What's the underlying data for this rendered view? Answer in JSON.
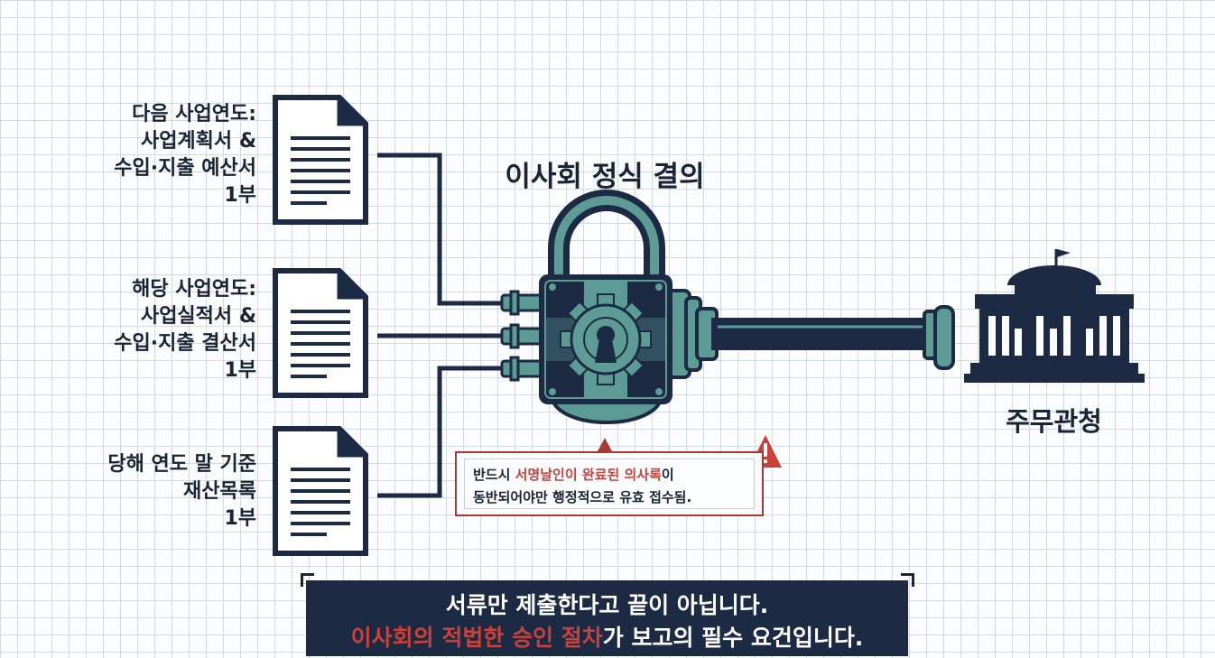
{
  "title": "이사회 정식 결의",
  "documents": [
    {
      "lines": [
        "다음 사업연도:",
        "사업계획서 &",
        "수입·지출 예산서",
        "1부"
      ]
    },
    {
      "lines": [
        "해당 사업연도:",
        "사업실적서 &",
        "수입·지출 결산서",
        "1부"
      ]
    },
    {
      "lines": [
        "당해 연도 말 기준",
        "재산목록",
        "1부"
      ]
    }
  ],
  "authority": "주무관청",
  "warning": {
    "line1_pre": "반드시 ",
    "line1_red": "서명날인이 완료된 의사록",
    "line1_post": "이",
    "line2": "동반되어야만 행정적으로 유효 접수됨."
  },
  "banner": {
    "line1": "서류만 제출한다고 끝이 아닙니다.",
    "line2_red": "이사회의 적법한 승인 절차",
    "line2_post": "가 보고의 필수 요건입니다."
  },
  "colors": {
    "navy": "#1d2a44",
    "teal": "#5d9c94",
    "red": "#c8423a"
  }
}
